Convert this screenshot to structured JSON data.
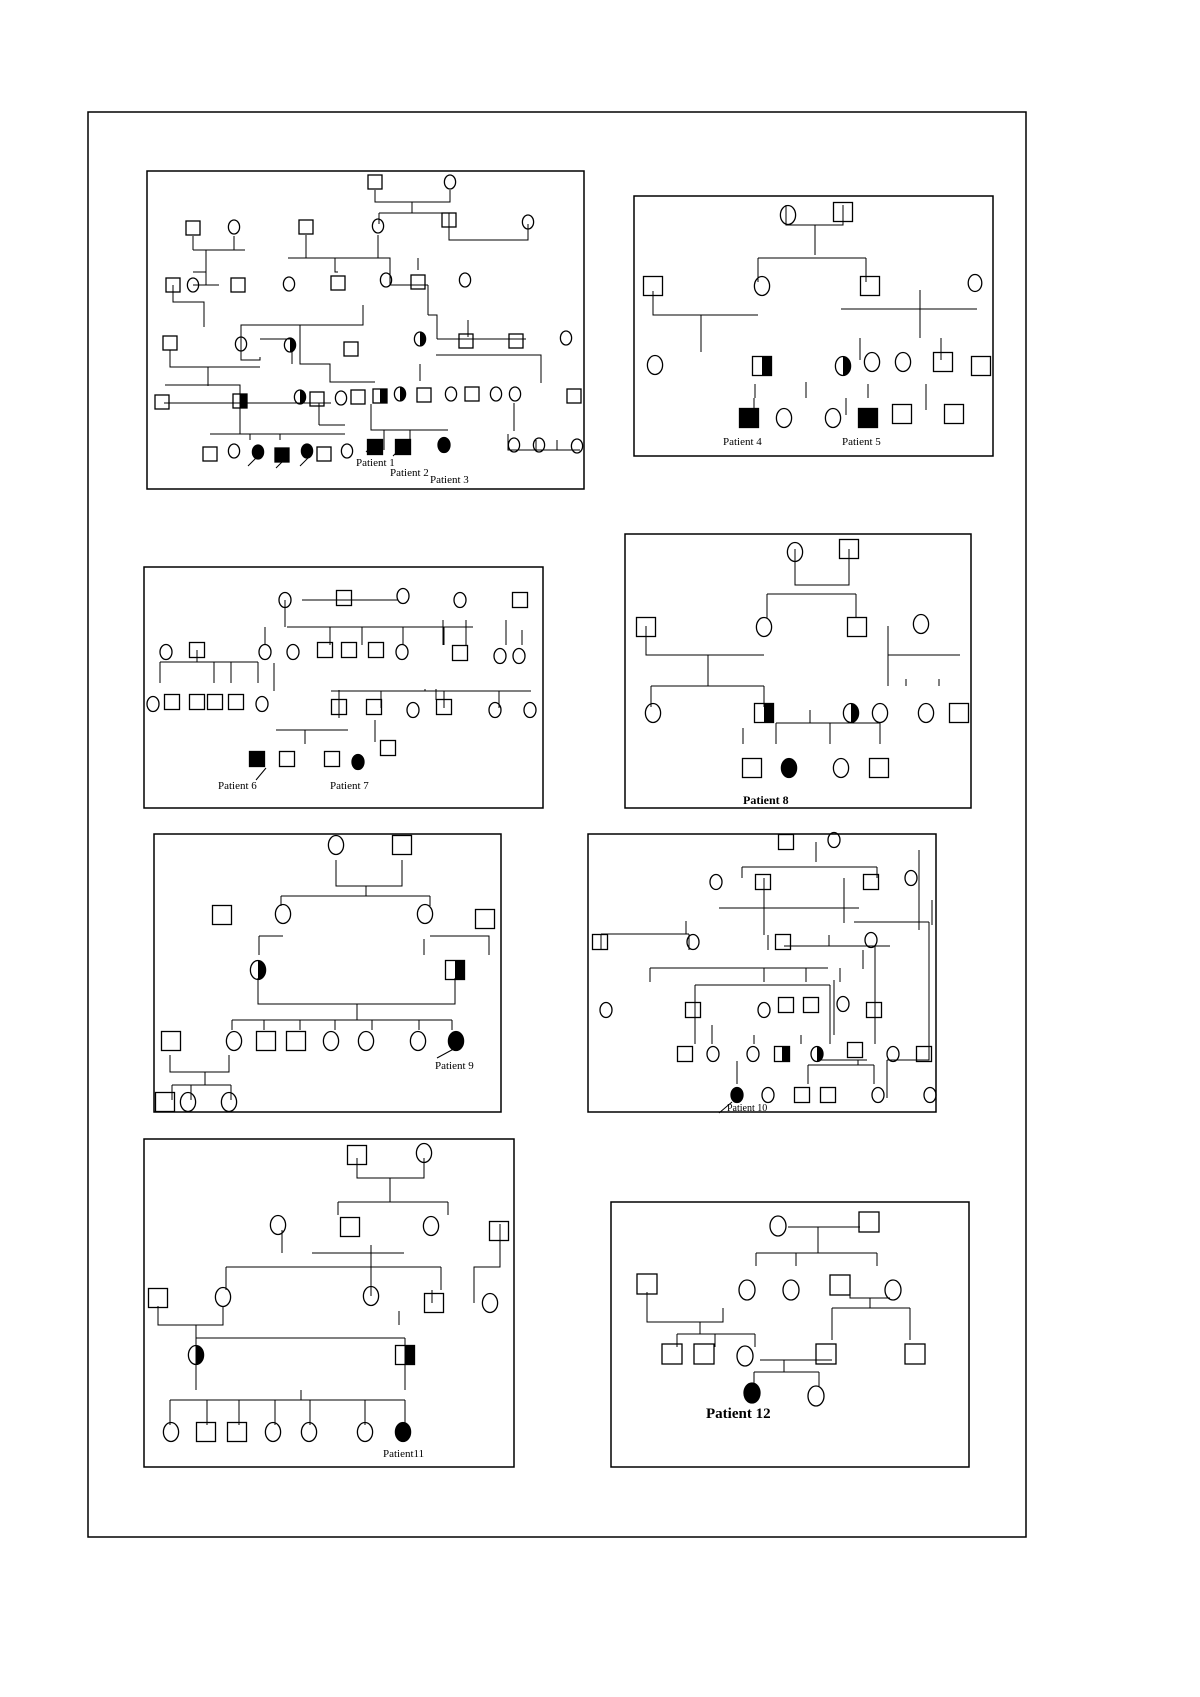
{
  "figure": {
    "panels": [
      {
        "id": "p1",
        "labels": [
          "Patient 1",
          "Patient 2",
          "Patient 3"
        ]
      },
      {
        "id": "p2",
        "labels": [
          "Patient 4",
          "Patient 5"
        ]
      },
      {
        "id": "p3",
        "labels": [
          "Patient 6",
          "Patient 7"
        ]
      },
      {
        "id": "p4",
        "labels": [
          "Patient 8"
        ]
      },
      {
        "id": "p5",
        "labels": [
          "Patient 9"
        ]
      },
      {
        "id": "p6",
        "labels": [
          "Patient 10"
        ]
      },
      {
        "id": "p7",
        "labels": [
          "Patient11"
        ]
      },
      {
        "id": "p8",
        "labels": [
          "Patient 12"
        ]
      }
    ]
  }
}
